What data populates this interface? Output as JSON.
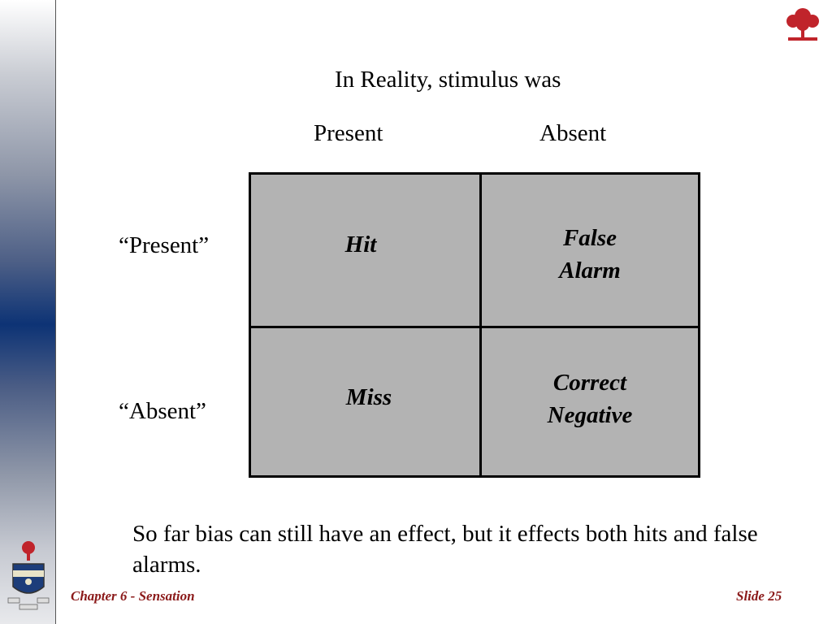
{
  "slide": {
    "reality_heading": "In Reality, stimulus was",
    "col_present": "Present",
    "col_absent": "Absent",
    "row_present": "“Present”",
    "row_absent": "“Absent”",
    "cells": {
      "hit": "Hit",
      "false_alarm": "False\nAlarm",
      "miss": "Miss",
      "correct_negative": "Correct\nNegative"
    },
    "note": "So far bias can still have an effect, but it effects both hits and false alarms."
  },
  "footer": {
    "chapter": "Chapter 6 - Sensation",
    "slide_number": "Slide 25"
  },
  "colors": {
    "footer_text": "#8b1a1a",
    "cell_fill": "#b3b3b3",
    "sidebar_dark": "#0d3375"
  },
  "icons": [
    "university-crest-icon",
    "tree-logo-icon"
  ]
}
